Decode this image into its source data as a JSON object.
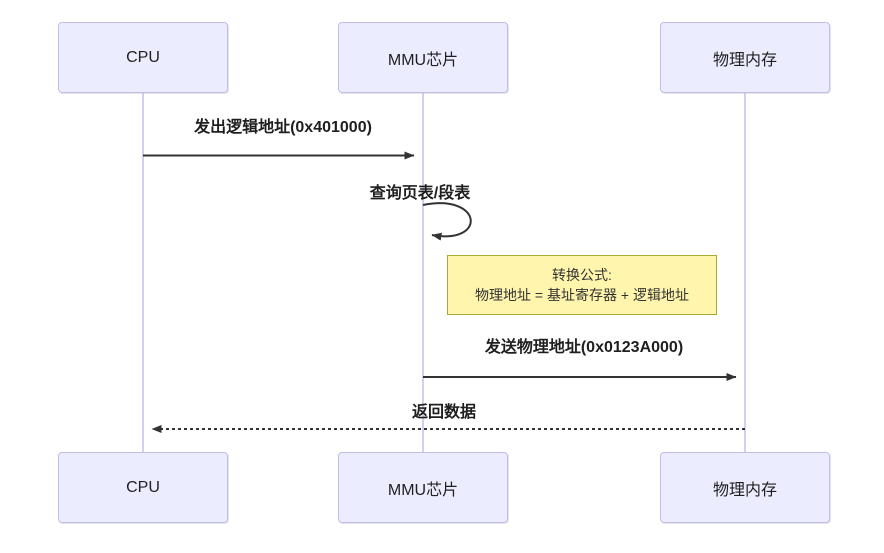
{
  "diagram": {
    "type": "sequence-diagram",
    "colors": {
      "actor_fill": "#ECECFF",
      "actor_border": "#C3BCE6",
      "lifeline": "#D5CDF2",
      "arrow": "#333333",
      "note_fill": "#FFF5AD",
      "note_border": "#AAAA33",
      "text": "#1F1F1F"
    },
    "actors": [
      {
        "label": "CPU"
      },
      {
        "label": "MMU芯片"
      },
      {
        "label": "物理内存"
      }
    ],
    "messages": [
      {
        "label": "发出逻辑地址(0x401000)",
        "from": "CPU",
        "to": "MMU芯片",
        "style": "solid"
      },
      {
        "label": "查询页表/段表",
        "from": "MMU芯片",
        "to": "MMU芯片",
        "style": "self-loop"
      },
      {
        "label": "发送物理地址(0x0123A000)",
        "from": "MMU芯片",
        "to": "物理内存",
        "style": "solid"
      },
      {
        "label": "返回数据",
        "from": "物理内存",
        "to": "CPU",
        "style": "dashed"
      }
    ],
    "note": {
      "line1": "转换公式:",
      "line2": "物理地址 = 基址寄存器 + 逻辑地址"
    }
  }
}
